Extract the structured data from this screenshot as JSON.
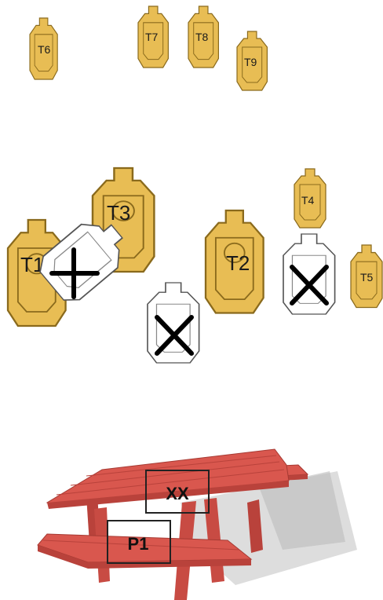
{
  "colors": {
    "target_fill": "#e8bd54",
    "target_stroke": "#8a6a1c",
    "noshoot_fill": "#ffffff",
    "noshoot_stroke": "#555555",
    "mark_color": "#000000",
    "table_color": "#d9574e",
    "table_shade": "#b9423b",
    "shadow": "#c9c9c9"
  },
  "targets": {
    "t1": "T1",
    "t2": "T2",
    "t3": "T3",
    "t4": "T4",
    "t5": "T5",
    "t6": "T6",
    "t7": "T7",
    "t8": "T8",
    "t9": "T9"
  },
  "table": {
    "box_top": "XX",
    "box_bottom": "P1"
  }
}
